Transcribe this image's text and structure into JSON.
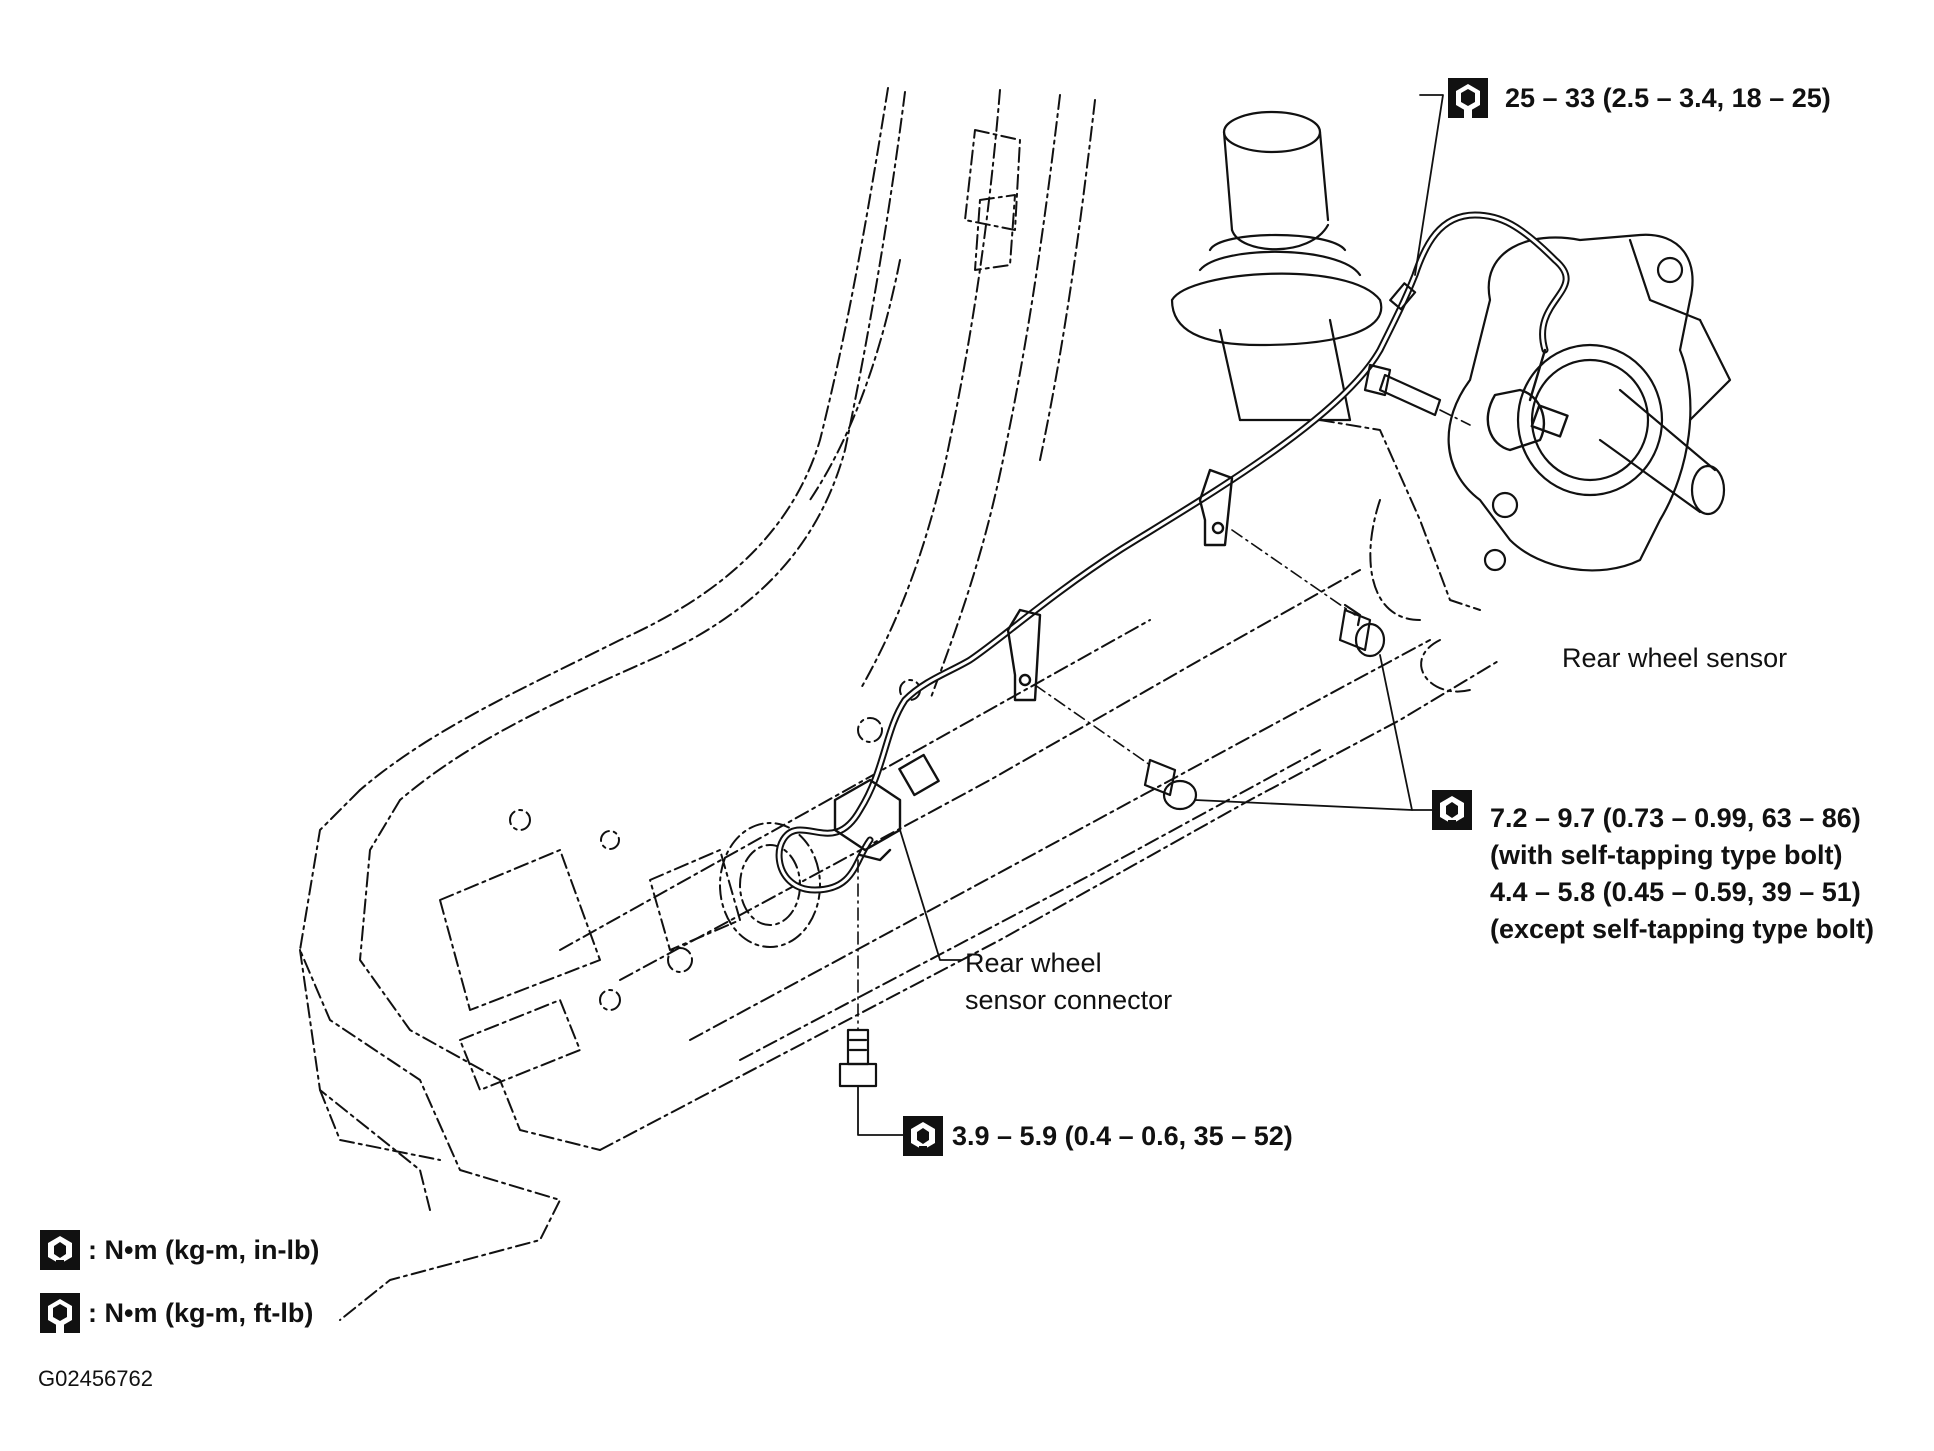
{
  "labels": {
    "torque_sensor_bolt": "25 – 33 (2.5 – 3.4, 18 – 25)",
    "rear_wheel_sensor": "Rear wheel sensor",
    "torque_bracket_line1": "7.2 – 9.7 (0.73 – 0.99, 63 – 86)",
    "torque_bracket_line2": "(with self-tapping type bolt)",
    "torque_bracket_line3": "4.4 – 5.8 (0.45 – 0.59, 39 – 51)",
    "torque_bracket_line4": "(except self-tapping type bolt)",
    "connector_line1": "Rear wheel",
    "connector_line2": "sensor connector",
    "torque_connector_bolt": "3.9 – 5.9 (0.4 – 0.6, 35 – 52)"
  },
  "legend": {
    "items": [
      {
        "icon": "torque-wrench-filled-icon",
        "text": ": N•m (kg-m, in-lb)"
      },
      {
        "icon": "torque-wrench-outline-icon",
        "text": ": N•m (kg-m, ft-lb)"
      }
    ]
  },
  "figure_code": "G02456762"
}
